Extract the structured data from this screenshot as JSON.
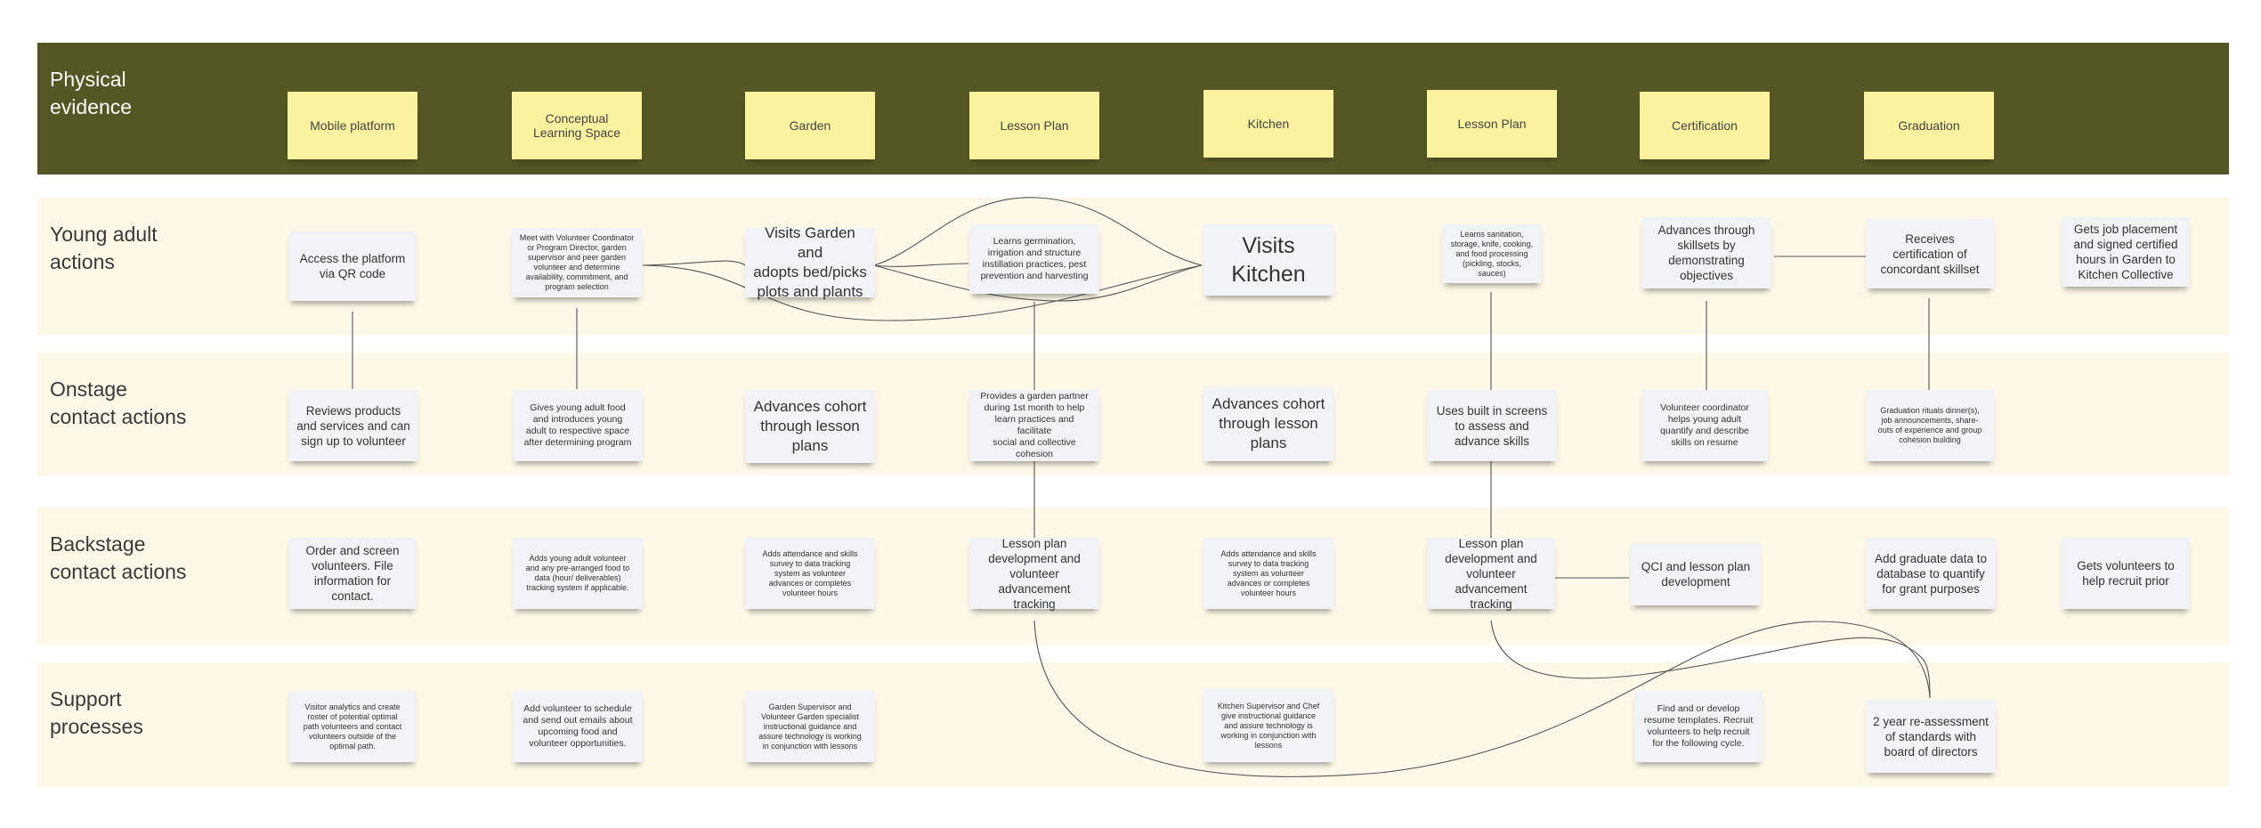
{
  "lanes": [
    {
      "id": "physical",
      "title": "Physical\nevidence"
    },
    {
      "id": "young",
      "title": "Young adult\nactions"
    },
    {
      "id": "onstage",
      "title": "Onstage\ncontact actions"
    },
    {
      "id": "backstage",
      "title": "Backstage\ncontact actions"
    },
    {
      "id": "support",
      "title": "Support\nprocesses"
    }
  ],
  "physical_evidence": [
    "Mobile platform",
    "Conceptual\nLearning Space",
    "Garden",
    "Lesson Plan",
    "Kitchen",
    "Lesson Plan",
    "Certification",
    "Graduation"
  ],
  "young_adult_actions": [
    "Access the platform\nvia QR code",
    "Meet with Volunteer Coordinator or Program Director, garden supervisor and peer garden volunteer and determine availability, commitment, and program selection",
    "Visits Garden and\nadopts bed/picks\nplots and plants",
    "Learns germination,\nirrigation and structure\ninstillation practices, pest\nprevention and harvesting",
    "Visits\nKitchen",
    "Learns sanitation,\nstorage, knife, cooking,\nand food processing\n(pickling, stocks, sauces)",
    "Advances through\nskillsets by\ndemonstrating\nobjectives",
    "Receives\ncertification of\nconcordant skillset",
    "Gets job placement\nand signed certified\nhours in Garden to\nKitchen Collective"
  ],
  "onstage_actions": [
    "Reviews products\nand services and can\nsign up to volunteer",
    "Gives young adult food\nand introduces young\nadult to respective space\nafter determining program",
    "Advances cohort\nthrough lesson\nplans",
    "Provides a garden partner\nduring 1st month to help\nlearn practices and facilitate\nsocial and collective cohesion",
    "Advances cohort\nthrough lesson\nplans",
    "Uses built in screens\nto assess and\nadvance skills",
    "Volunteer coordinator\nhelps young adult\nquantify and describe\nskills on resume",
    "Graduation rituals dinner(s),\njob announcements, share-\nouts of experience and group\ncohesion building"
  ],
  "backstage_actions": [
    "Order and screen\nvolunteers. File\ninformation for\ncontact.",
    "Adds young adult volunteer\nand any pre-arranged food to\ndata (hour/ deliverables)\ntracking system if applicable.",
    "Adds attendance and skills\nsurvey to data tracking\nsystem as volunteer\nadvances or completes\nvolunteer hours",
    "Lesson plan\ndevelopment and\nvolunteer\nadvancement tracking",
    "Adds attendance and skills\nsurvey to data tracking\nsystem as volunteer\nadvances or completes\nvolunteer hours",
    "Lesson plan\ndevelopment and\nvolunteer\nadvancement tracking",
    "QCI and lesson plan\ndevelopment",
    "Add graduate data to\ndatabase to quantify\nfor grant purposes",
    "Gets volunteers to\nhelp recruit prior"
  ],
  "support_processes": [
    "Visitor analytics and create\nroster of potential optimal\npath volunteers and contact\nvolunteers outside of the\noptimal path.",
    "Add volunteer to schedule\nand send out emails about\nupcoming food and\nvolunteer opportunities.",
    "Garden Supervisor and\nVolunteer Garden specialist\ninstructional guidance and\nassure technology is working\nin conjunction with lessons",
    "Kitchen Supervisor and Chef\ngive instructional guidance\nand assure technology is\nworking in conjunction with\nlessons",
    "Find and or develop\nresume templates. Recruit\nvolunteers to help recruit\nfor the following cycle.",
    "2 year re-assessment\nof standards with\nboard of directors"
  ]
}
